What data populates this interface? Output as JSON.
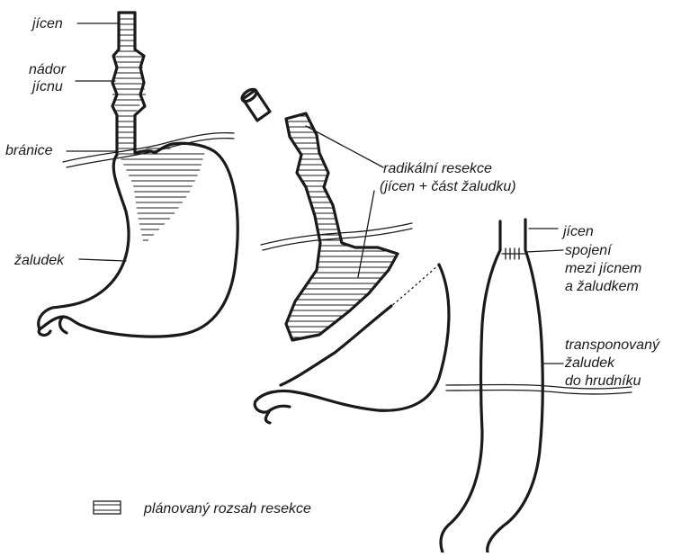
{
  "labels": {
    "jicen_1": "jícen",
    "nador_1": "nádor",
    "nador_2": "jícnu",
    "branice": "bránice",
    "zaludek": "žaludek",
    "radikalni_1": "radikální resekce",
    "radikalni_2": "(jícen + část žaludku)",
    "jicen_2": "jícen",
    "spojeni_1": "spojení",
    "spojeni_2": "mezi jícnem",
    "spojeni_3": "a žaludkem",
    "transp_1": "transponovaný",
    "transp_2": "žaludek",
    "transp_3": "do hrudníku"
  },
  "legend": {
    "label": "plánovaný rozsah resekce"
  }
}
